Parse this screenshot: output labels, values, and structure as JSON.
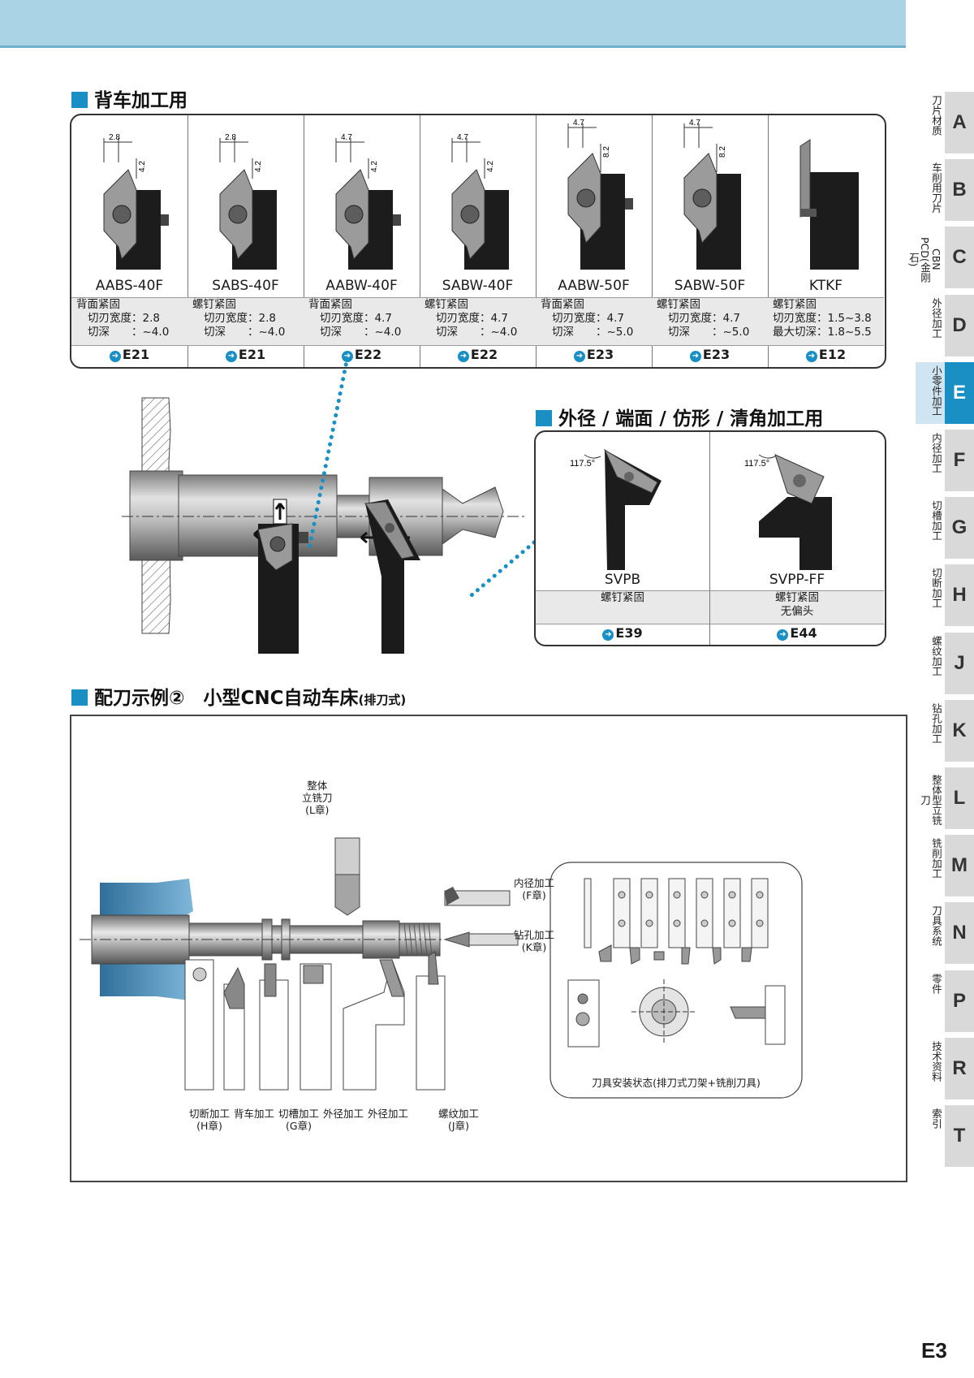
{
  "section1": {
    "title": "背车加工用"
  },
  "tools": [
    {
      "name": "AABS-40F",
      "lines": [
        "背面紧固",
        "切刃宽度：2.8",
        "切深　　：~4.0"
      ],
      "ref": "E21",
      "dims": [
        "2.8",
        "4.2"
      ]
    },
    {
      "name": "SABS-40F",
      "lines": [
        "螺钉紧固",
        "切刃宽度：2.8",
        "切深　　：~4.0"
      ],
      "ref": "E21",
      "dims": [
        "2.8",
        "4.2"
      ]
    },
    {
      "name": "AABW-40F",
      "lines": [
        "背面紧固",
        "切刃宽度：4.7",
        "切深　　：~4.0"
      ],
      "ref": "E22",
      "dims": [
        "4.7",
        "4.2"
      ]
    },
    {
      "name": "SABW-40F",
      "lines": [
        "螺钉紧固",
        "切刃宽度：4.7",
        "切深　　：~4.0"
      ],
      "ref": "E22",
      "dims": [
        "4.7",
        "4.2"
      ]
    },
    {
      "name": "AABW-50F",
      "lines": [
        "背面紧固",
        "切刃宽度：4.7",
        "切深　　：~5.0"
      ],
      "ref": "E23",
      "dims": [
        "4.7",
        "8.2"
      ]
    },
    {
      "name": "SABW-50F",
      "lines": [
        "螺钉紧固",
        "切刃宽度：4.7",
        "切深　　：~5.0"
      ],
      "ref": "E23",
      "dims": [
        "4.7",
        "8.2"
      ]
    },
    {
      "name": "KTKF",
      "lines": [
        "螺钉紧固",
        "切刃宽度：1.5~3.8",
        "最大切深：1.8~5.5"
      ],
      "ref": "E12",
      "dims": []
    }
  ],
  "section2": {
    "title": "外径 / 端面 / 仿形 / 清角加工用"
  },
  "tools2": [
    {
      "name": "SVPB",
      "lines": [
        "螺钉紧固"
      ],
      "ref": "E39",
      "angle": "117.5°"
    },
    {
      "name": "SVPP-FF",
      "lines": [
        "螺钉紧固",
        "无偏头"
      ],
      "ref": "E44",
      "angle": "117.5°"
    }
  ],
  "section3": {
    "title": "配刀示例②　小型CNC自动车床",
    "suffix": "(排刀式)"
  },
  "example_labels": {
    "endmill": [
      "整体",
      "立铣刀",
      "(L章)"
    ],
    "inner": [
      "内径加工",
      "(F章)"
    ],
    "drill": [
      "钻孔加工",
      "(K章)"
    ],
    "cutoff": [
      "切断加工",
      "(H章)"
    ],
    "back": "背车加工",
    "groove": [
      "切槽加工",
      "(G章)"
    ],
    "outer1": "外径加工",
    "outer2": "外径加工",
    "thread": [
      "螺纹加工",
      "(J章)"
    ],
    "mount": "刀具安装状态(排刀式刀架+铣削刀具)"
  },
  "sidebar": [
    {
      "letter": "A",
      "text": "刀片材质"
    },
    {
      "letter": "B",
      "text": "车削用刀片"
    },
    {
      "letter": "C",
      "text": "CBN PCD(金刚石)"
    },
    {
      "letter": "D",
      "text": "外径加工"
    },
    {
      "letter": "E",
      "text": "小零件加工",
      "active": true
    },
    {
      "letter": "F",
      "text": "内径加工"
    },
    {
      "letter": "G",
      "text": "切槽加工"
    },
    {
      "letter": "H",
      "text": "切断加工"
    },
    {
      "letter": "J",
      "text": "螺纹加工"
    },
    {
      "letter": "K",
      "text": "钻孔加工"
    },
    {
      "letter": "L",
      "text": "整体型立铣刀"
    },
    {
      "letter": "M",
      "text": "铣削加工"
    },
    {
      "letter": "N",
      "text": "刀具系统"
    },
    {
      "letter": "P",
      "text": "零件"
    },
    {
      "letter": "R",
      "text": "技术资料"
    },
    {
      "letter": "T",
      "text": "索引"
    }
  ],
  "page_number": "E3",
  "colors": {
    "accent": "#1a8fc4",
    "header_band": "#abd3e6",
    "spec_bg": "#e9e9e9"
  }
}
